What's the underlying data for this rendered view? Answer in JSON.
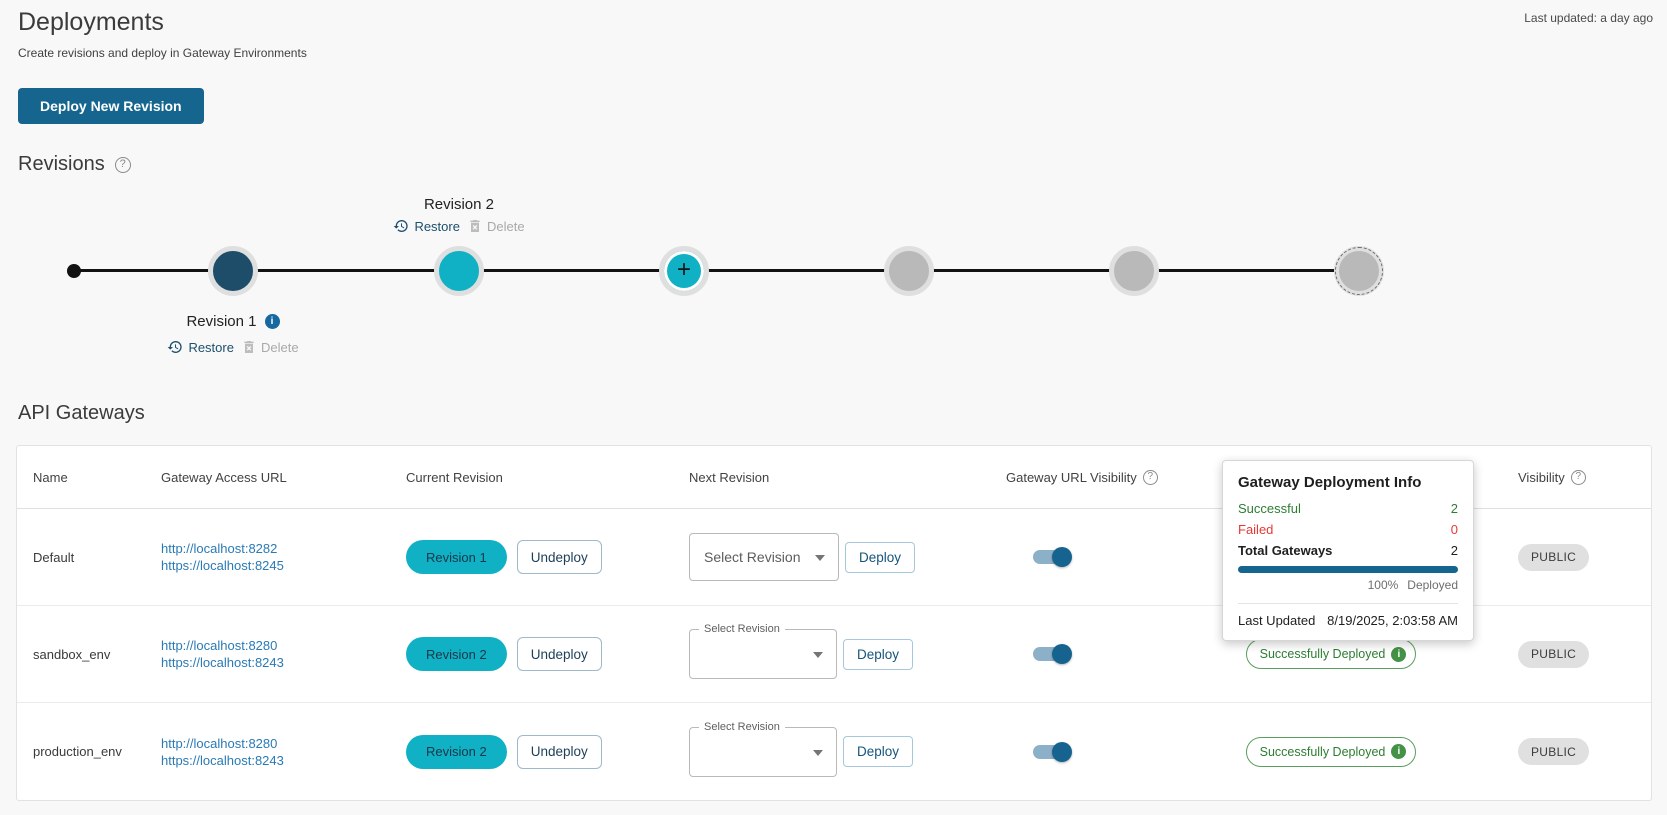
{
  "header": {
    "title": "Deployments",
    "subtitle": "Create revisions and deploy in Gateway Environments",
    "last_updated": "Last updated: a day ago",
    "deploy_button": "Deploy New Revision"
  },
  "revisions": {
    "title": "Revisions",
    "restore": "Restore",
    "delete": "Delete",
    "revision1": "Revision 1",
    "revision2": "Revision 2",
    "plus": "+",
    "help_icon": "?",
    "info_icon": "i"
  },
  "api_gateways": {
    "title": "API Gateways",
    "headers": {
      "name": "Name",
      "url": "Gateway Access URL",
      "current": "Current Revision",
      "next": "Next Revision",
      "gw_visibility": "Gateway URL Visibility",
      "visibility": "Visibility"
    },
    "select_revision": "Select Revision",
    "deploy": "Deploy",
    "undeploy": "Undeploy",
    "rows": [
      {
        "name": "Default",
        "http": "http://localhost:8282",
        "https": "https://localhost:8245",
        "revision": "Revision 1",
        "status": "",
        "visibility": "PUBLIC"
      },
      {
        "name": "sandbox_env",
        "http": "http://localhost:8280",
        "https": "https://localhost:8243",
        "revision": "Revision 2",
        "status": "Successfully Deployed",
        "visibility": "PUBLIC"
      },
      {
        "name": "production_env",
        "http": "http://localhost:8280",
        "https": "https://localhost:8243",
        "revision": "Revision 2",
        "status": "Successfully Deployed",
        "visibility": "PUBLIC"
      }
    ]
  },
  "deployment_info": {
    "title": "Gateway Deployment Info",
    "successful_label": "Successful",
    "successful_value": "2",
    "failed_label": "Failed",
    "failed_value": "0",
    "total_label": "Total Gateways",
    "total_value": "2",
    "percent": "100%",
    "percent_caption": "Deployed",
    "last_updated_label": "Last Updated",
    "last_updated_value": "8/19/2025, 2:03:58 AM"
  },
  "colors": {
    "primary": "#15658f",
    "teal": "#10b1c4",
    "navy_circle": "#1d4d69",
    "green": "#2e7d32",
    "red": "#e53935",
    "link": "#2a7ab5"
  }
}
